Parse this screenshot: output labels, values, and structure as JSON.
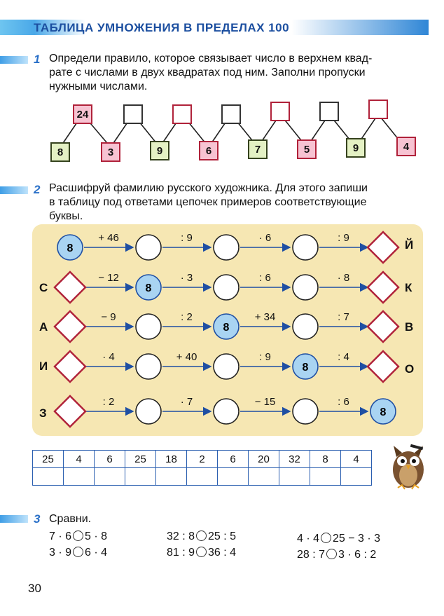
{
  "header": {
    "title": "ТАБЛИЦА УМНОЖЕНИЯ В ПРЕДЕЛАХ 100"
  },
  "task1": {
    "number": "1",
    "text_lines": [
      "Определи правило, которое связывает число в верхнем квад-",
      "рате с числами в двух квадратах под ним. Заполни пропуски",
      "нужными числами."
    ],
    "top_values": [
      "24",
      "",
      "",
      "",
      "",
      "",
      ""
    ],
    "bottom_values": [
      "8",
      "3",
      "9",
      "6",
      "7",
      "5",
      "9",
      "4"
    ]
  },
  "task2": {
    "number": "2",
    "text_lines": [
      "Расшифруй фамилию русского художника. Для этого запиши",
      "в таблицу под ответами цепочек примеров соответствующие",
      "буквы."
    ],
    "rows": [
      {
        "left_letter": "",
        "right_letter": "Й",
        "ops": [
          "+ 46",
          ": 9",
          "· 6",
          ": 9"
        ],
        "start": "8",
        "circles": [
          "",
          "",
          ""
        ],
        "filled_index": -1
      },
      {
        "left_letter": "С",
        "right_letter": "К",
        "ops": [
          "− 12",
          "· 3",
          ": 6",
          "· 8"
        ],
        "start": "",
        "circles": [
          "8",
          "",
          ""
        ],
        "filled_index": 0
      },
      {
        "left_letter": "А",
        "right_letter": "В",
        "ops": [
          "− 9",
          ": 2",
          "+ 34",
          ": 7"
        ],
        "start": "",
        "circles": [
          "",
          "8",
          ""
        ],
        "filled_index": 1
      },
      {
        "left_letter": "И",
        "right_letter": "О",
        "ops": [
          "· 4",
          "+ 40",
          ": 9",
          ": 4"
        ],
        "start": "",
        "circles": [
          "",
          "",
          "8"
        ],
        "filled_index": 2
      },
      {
        "left_letter": "З",
        "right_letter": "",
        "ops": [
          ": 2",
          "· 7",
          "− 15",
          ": 6"
        ],
        "start": "",
        "circles": [
          "",
          "",
          ""
        ],
        "end": "8",
        "filled_index": -1
      }
    ],
    "answer_table": [
      "25",
      "4",
      "6",
      "25",
      "18",
      "2",
      "6",
      "20",
      "32",
      "8",
      "4"
    ]
  },
  "task3": {
    "number": "3",
    "title": "Сравни.",
    "col1": [
      [
        "7 · 6",
        "5 · 8"
      ],
      [
        "3 · 9",
        "6 · 4"
      ]
    ],
    "col2": [
      [
        "32 : 8",
        "25 : 5"
      ],
      [
        "81 : 9",
        "36 : 4"
      ]
    ],
    "col3": [
      [
        "4 · 4",
        "25 − 3 · 3"
      ],
      [
        "28 : 7",
        "3 · 6 : 2"
      ]
    ]
  },
  "page_number": "30"
}
